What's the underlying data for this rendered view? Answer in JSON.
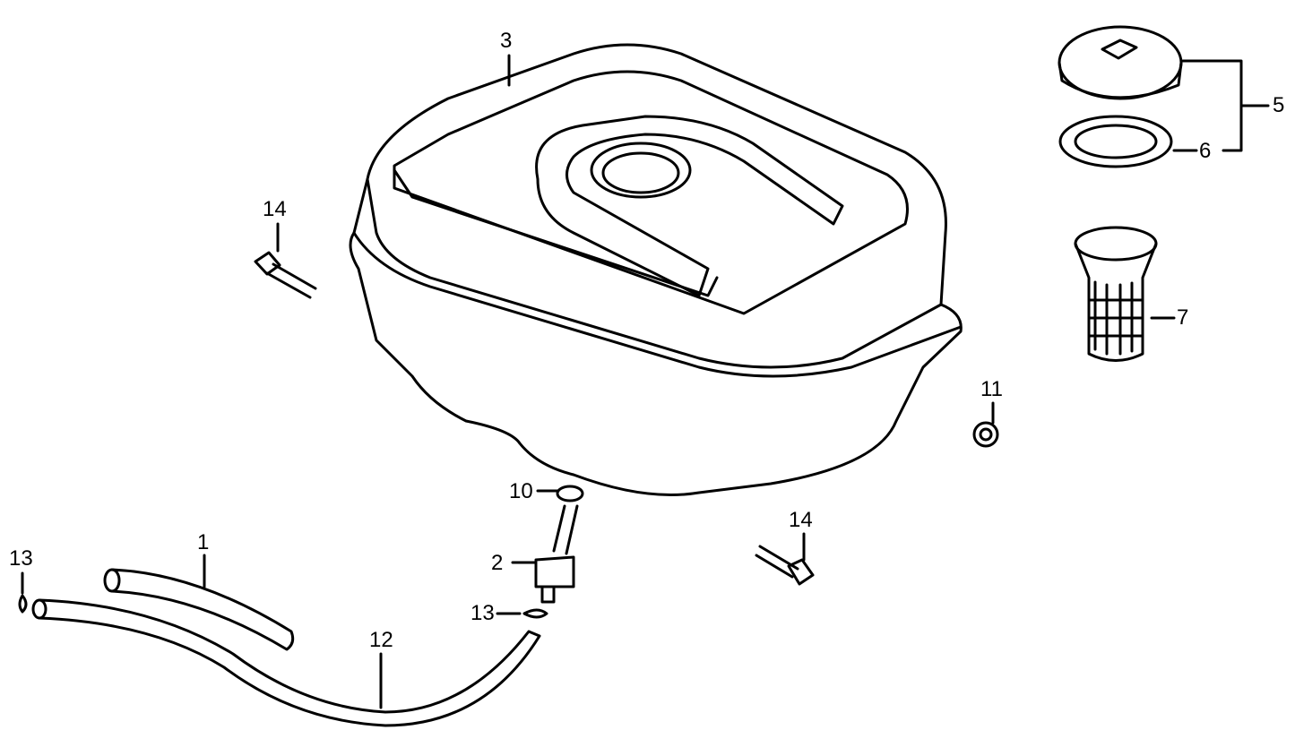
{
  "diagram": {
    "type": "exploded parts diagram",
    "subject": "fuel tank assembly",
    "parts": [
      {
        "num": "1",
        "name": "tube"
      },
      {
        "num": "2",
        "name": "fuel valve"
      },
      {
        "num": "3",
        "name": "fuel tank"
      },
      {
        "num": "5",
        "name": "fuel filler cap"
      },
      {
        "num": "6",
        "name": "cap gasket"
      },
      {
        "num": "7",
        "name": "fuel strainer"
      },
      {
        "num": "10",
        "name": "o-ring"
      },
      {
        "num": "11",
        "name": "nut"
      },
      {
        "num": "12",
        "name": "fuel tube"
      },
      {
        "num": "13",
        "name": "tube clip"
      },
      {
        "num": "14",
        "name": "flange bolt"
      }
    ]
  },
  "labels": {
    "l1": "1",
    "l2": "2",
    "l3": "3",
    "l5": "5",
    "l6": "6",
    "l7": "7",
    "l10": "10",
    "l11": "11",
    "l12": "12",
    "l13a": "13",
    "l13b": "13",
    "l14a": "14",
    "l14b": "14"
  }
}
